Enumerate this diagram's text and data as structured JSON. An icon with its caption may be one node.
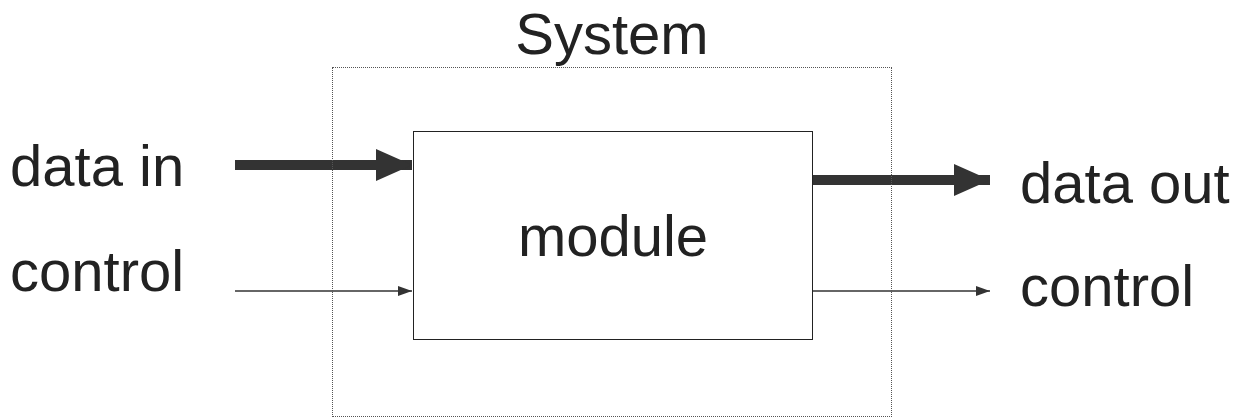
{
  "diagram": {
    "nodes": [
      {
        "text": [
          "System"
        ]
      },
      {
        "text": [
          "module"
        ],
        "in": 0
      },
      {
        "text": [
          "data in"
        ]
      },
      {
        "text": [
          "control"
        ]
      },
      {
        "text": [
          "data out"
        ]
      },
      {
        "text": [
          "control"
        ]
      }
    ],
    "edges": [
      {
        "from": 2,
        "to": 1,
        "arrow": "to",
        "style": "thick"
      },
      {
        "from": 3,
        "to": 1,
        "arrow": "to"
      },
      {
        "from": 1,
        "to": 4,
        "arrow": "to",
        "style": "thick"
      },
      {
        "from": 1,
        "to": 5,
        "arrow": "to"
      }
    ]
  }
}
